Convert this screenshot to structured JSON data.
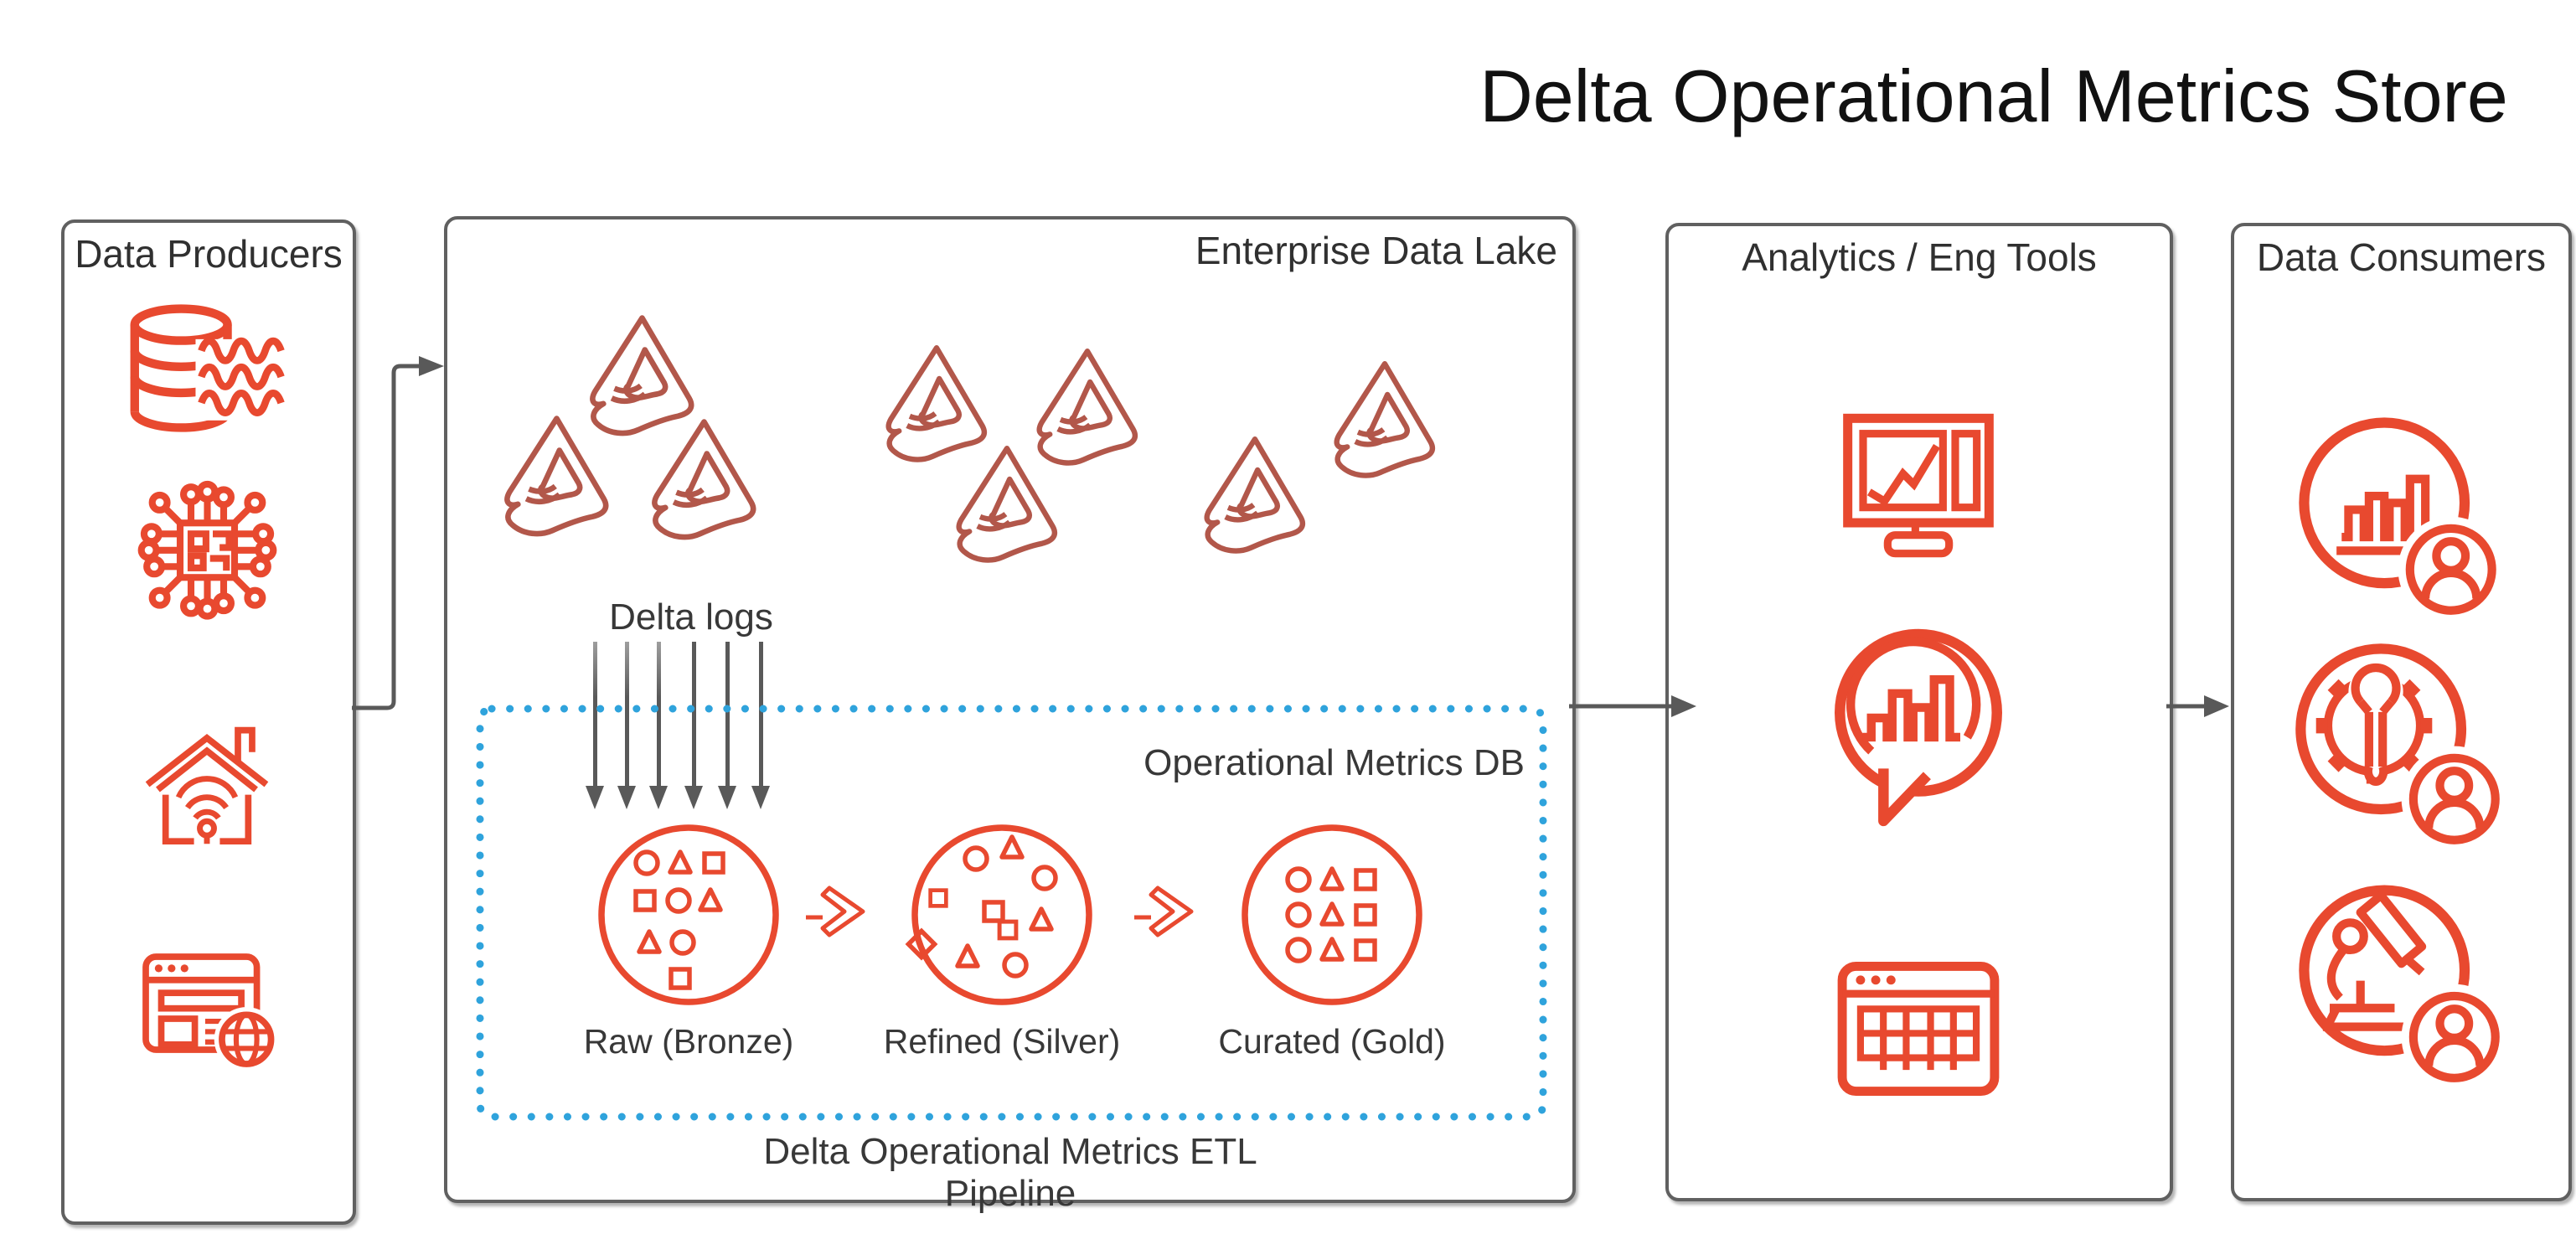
{
  "title": "Delta Operational Metrics Store",
  "colors": {
    "icon_red": "#e8492f",
    "delta_brick": "#b2574a",
    "dotted_blue": "#2fa3dc",
    "connector_gray": "#595959",
    "panel_border": "#606060",
    "text_dark": "#383838"
  },
  "producers": {
    "title": "Data Producers",
    "icons": [
      "streaming-database-icon",
      "ai-chip-icon",
      "smart-home-icon",
      "web-app-globe-icon"
    ]
  },
  "lake": {
    "title": "Enterprise Data Lake",
    "delta_logos_count": 8,
    "delta_logs_label": "Delta logs",
    "etl": {
      "db_label": "Operational Metrics DB",
      "pipeline_label": "Delta Operational Metrics ETL Pipeline",
      "stages": [
        {
          "label": "Raw (Bronze)"
        },
        {
          "label": "Refined (Silver)"
        },
        {
          "label": "Curated (Gold)"
        }
      ]
    }
  },
  "analytics": {
    "title": "Analytics / Eng Tools",
    "icons": [
      "dashboard-monitor-icon",
      "chart-speech-bubble-icon",
      "data-table-icon"
    ]
  },
  "consumers": {
    "title": "Data Consumers",
    "icons": [
      "analyst-chart-person-icon",
      "engineer-gear-wrench-person-icon",
      "scientist-microscope-person-icon"
    ]
  }
}
